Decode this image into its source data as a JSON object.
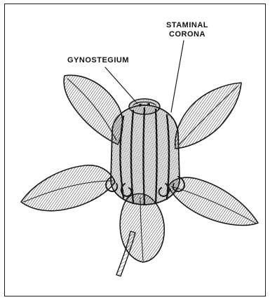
{
  "labels": {
    "gynostegium": "GYNOSTEGIUM",
    "staminal_corona_line1": "STAMINAL",
    "staminal_corona_line2": "CORONA"
  },
  "colors": {
    "ink": "#1a1a1a",
    "paper": "#ffffff"
  }
}
